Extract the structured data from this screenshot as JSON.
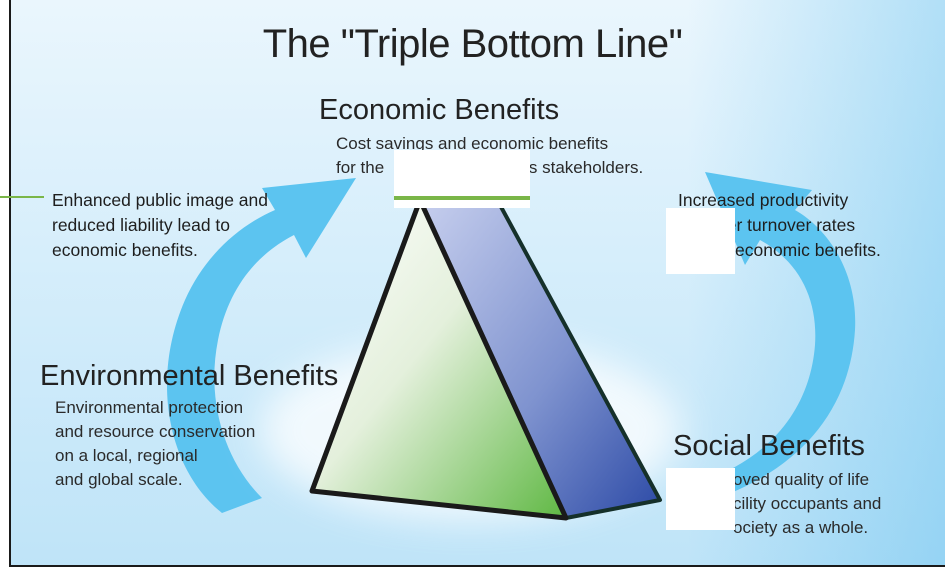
{
  "title": "The \"Triple Bottom Line\"",
  "economic": {
    "heading": "Economic Benefits",
    "desc_lines": [
      "Cost savings and economic benefits",
      "for the",
      "d its stakeholders."
    ]
  },
  "environmental": {
    "heading": "Environmental Benefits",
    "desc_lines": [
      "Environmental protection",
      "and resource conservation",
      "on a local, regional",
      "and global scale."
    ]
  },
  "social": {
    "heading": "Social Benefits",
    "desc_lines": [
      "oved quality of life",
      "cility occupants and",
      "ociety as a whole."
    ]
  },
  "left_arrow_note": {
    "lines": [
      "Enhanced public image and",
      "reduced liability lead to",
      "economic benefits."
    ]
  },
  "right_arrow_note": {
    "lines": [
      "Increased productivity",
      "ver turnover rates",
      "economic benefits."
    ]
  },
  "colors": {
    "arrow": "#5cc4f0",
    "triangle_front_top": "#ffffff",
    "triangle_front_bottom": "#66bb44",
    "triangle_side_top": "#b7c2e6",
    "triangle_side_bottom": "#2f4fa8",
    "accent_line": "#7ab648"
  }
}
